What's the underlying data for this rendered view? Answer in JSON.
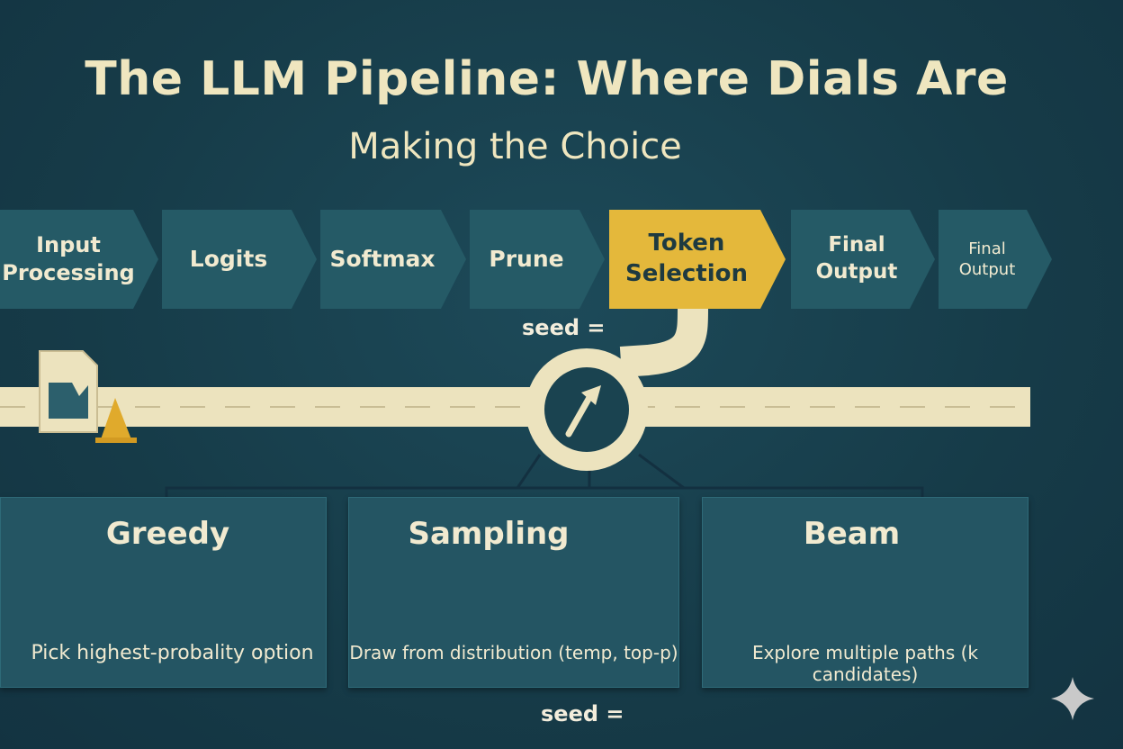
{
  "title": "The LLM Pipeline: Where Dials Are",
  "subtitle": "Making the Choice",
  "pipeline": [
    {
      "lines": [
        "Input",
        "Processing"
      ]
    },
    {
      "lines": [
        "Logits"
      ]
    },
    {
      "lines": [
        "Softmax"
      ]
    },
    {
      "lines": [
        "Prune"
      ]
    },
    {
      "lines": [
        "Token",
        "Selection"
      ],
      "active": true
    },
    {
      "lines": [
        "Final Output"
      ]
    },
    {
      "lines": [
        "Final Output"
      ]
    }
  ],
  "seed_top": "seed =",
  "seed_bottom": "seed =",
  "strategies": [
    {
      "title": "Greedy",
      "description": "Pick highest-probality option"
    },
    {
      "title": "Sampling",
      "description": "Draw from distribution (temp, top-p)"
    },
    {
      "title": "Beam",
      "description": "Explore multiple paths (k candidates)"
    }
  ],
  "colors": {
    "background": "#173f4d",
    "step": "#255a66",
    "active_step": "#e4b83b",
    "road": "#ece3be",
    "card": "#245563",
    "accent": "#e0aa2c"
  },
  "icons": [
    "document-icon",
    "traffic-cone-icon",
    "roundabout-arrow-icon",
    "checkmark-icon",
    "half-moon-icon",
    "coin-icon",
    "dice-icon",
    "ghost-icon",
    "sparkle-icon"
  ]
}
